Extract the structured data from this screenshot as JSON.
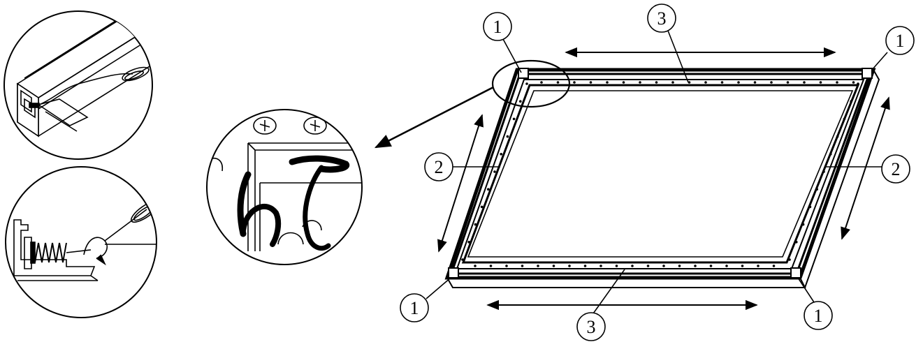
{
  "callouts": {
    "corner_top_left": "1",
    "corner_top_right": "1",
    "corner_bottom_left": "1",
    "corner_bottom_right": "1",
    "side_left": "2",
    "side_right": "2",
    "edge_top": "3",
    "edge_bottom": "3"
  },
  "colors": {
    "line": "#000000",
    "background": "#ffffff"
  }
}
